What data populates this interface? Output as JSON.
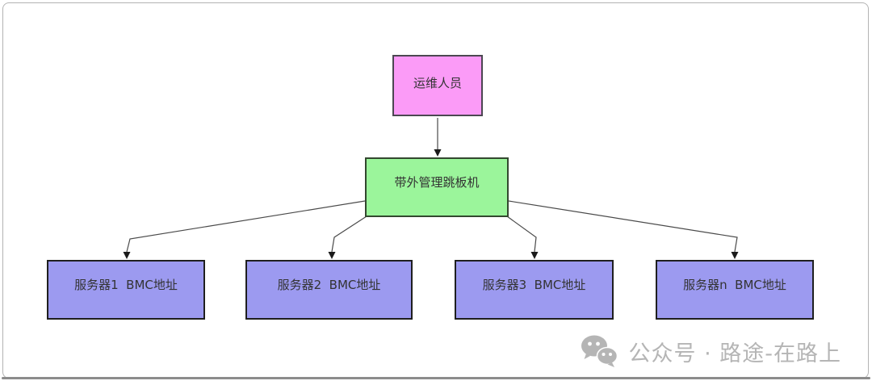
{
  "diagram": {
    "title": "out-of-band-management-topology",
    "nodes": [
      {
        "id": "operator",
        "label": "运维人员",
        "fill": "#fb9bf7",
        "border": "#4c4752"
      },
      {
        "id": "jumphost",
        "label": "带外管理跳板机",
        "fill": "#9bf59b",
        "border": "#33482f"
      },
      {
        "id": "server1",
        "label": "服务器1  BMC地址",
        "fill": "#9c9af0",
        "border": "#1f1f1f"
      },
      {
        "id": "server2",
        "label": "服务器2  BMC地址",
        "fill": "#9c9af0",
        "border": "#1f1f1f"
      },
      {
        "id": "server3",
        "label": "服务器3  BMC地址",
        "fill": "#9c9af0",
        "border": "#1f1f1f"
      },
      {
        "id": "servern",
        "label": "服务器n  BMC地址",
        "fill": "#9c9af0",
        "border": "#1f1f1f"
      }
    ],
    "edges": [
      {
        "from": "operator",
        "to": "jumphost"
      },
      {
        "from": "jumphost",
        "to": "server1"
      },
      {
        "from": "jumphost",
        "to": "server2"
      },
      {
        "from": "jumphost",
        "to": "server3"
      },
      {
        "from": "jumphost",
        "to": "servern"
      }
    ],
    "edge_color": "#4a4a4a"
  },
  "watermark": {
    "label": "公众号 · 路途-在路上",
    "icon": "wechat-icon",
    "color": "#b5b5b5"
  }
}
